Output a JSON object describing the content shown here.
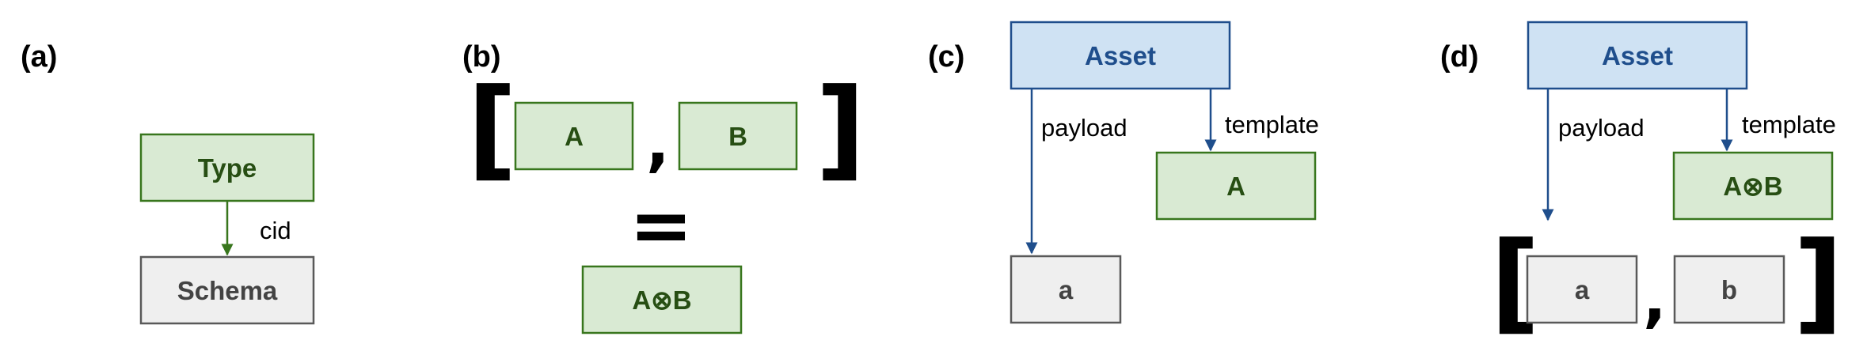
{
  "colors": {
    "green_fill": "#d9ead3",
    "green_stroke": "#38761d",
    "green_text": "#274e13",
    "gray_fill": "#efefef",
    "gray_stroke": "#595959",
    "gray_text": "#434343",
    "blue_fill": "#cfe2f3",
    "blue_stroke": "#1f4e8c",
    "blue_text": "#1f4e8c"
  },
  "panel_a": {
    "label": "(a)",
    "type_box": "Type",
    "schema_box": "Schema",
    "edge_label": "cid"
  },
  "panel_b": {
    "label": "(b)",
    "box_a": "A",
    "box_b": "B",
    "open_bracket": "[",
    "comma": ",",
    "close_bracket": "]",
    "equals": "=",
    "result_box": "A⊗B"
  },
  "panel_c": {
    "label": "(c)",
    "asset_box": "Asset",
    "payload_label": "payload",
    "template_label": "template",
    "template_box": "A",
    "payload_box": "a"
  },
  "panel_d": {
    "label": "(d)",
    "asset_box": "Asset",
    "payload_label": "payload",
    "template_label": "template",
    "template_box": "A⊗B",
    "open_bracket": "[",
    "box_a": "a",
    "comma": ",",
    "box_b": "b",
    "close_bracket": "]"
  }
}
